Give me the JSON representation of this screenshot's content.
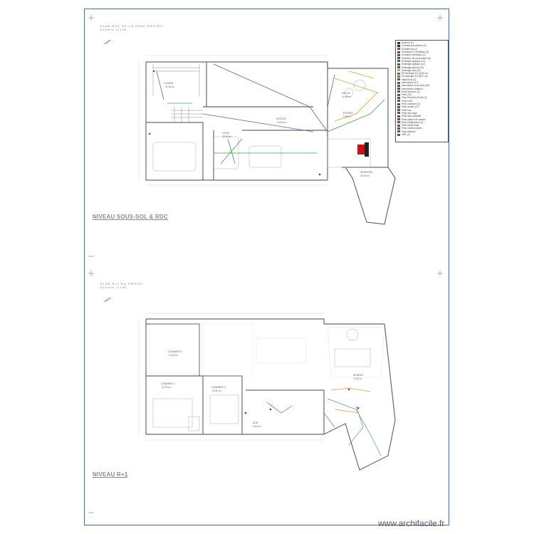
{
  "watermark": "www.archifacile.fr",
  "levels": [
    {
      "label": "NIVEAU SOUS-SOL & RDC",
      "plan_title": "PLAN RDC DE LA ZONE PROJET",
      "scale": "Echelle 1/100"
    },
    {
      "label": "NIVEAU R+1",
      "plan_title": "PLAN R+1 DU PROJET",
      "scale": "Echelle 1/100"
    }
  ],
  "legend": [
    {
      "text": "Antenne (1)",
      "color": "#333333"
    },
    {
      "text": "Centrale surveillance (1)",
      "color": "#222222"
    },
    {
      "text": "Chauffe-eau (2)",
      "color": "#c0392b"
    },
    {
      "text": "Climatiseur / Ventilation (4)",
      "color": "#555555"
    },
    {
      "text": "Compteur électrique (1)",
      "color": "#555555"
    },
    {
      "text": "Détecteur de mouvement (6)",
      "color": "#555555"
    },
    {
      "text": "Éclairage applique (13)",
      "color": "#555555"
    },
    {
      "text": "Éclairage applique (42)",
      "color": "#555555"
    },
    {
      "text": "Éclairage plafond (24)",
      "color": "#555555"
    },
    {
      "text": "Éclairage spot (11)",
      "color": "#e0a020"
    },
    {
      "text": "Fil électrique (1) (1000 cm",
      "color": "#7b4fbf"
    },
    {
      "text": "Fil électrique (1) (5677 cm",
      "color": "#3aa040"
    },
    {
      "text": "Interphone (2)",
      "color": "#555555"
    },
    {
      "text": "Interrupteur (27)",
      "color": "#555555"
    },
    {
      "text": "Interrupteur va-et-vient (28)",
      "color": "#555555"
    },
    {
      "text": "Interrupteur variateur",
      "color": "#555555"
    },
    {
      "text": "Point lumineux (2)",
      "color": "#555555"
    },
    {
      "text": "Prise (30)",
      "color": "#555555"
    },
    {
      "text": "Prise Ethernet (RJ45) (2)",
      "color": "#555555"
    },
    {
      "text": "Prise USB",
      "color": "#555555"
    },
    {
      "text": "Prise cuisinière (2)",
      "color": "#555555"
    },
    {
      "text": "Prise double (27)",
      "color": "#555555"
    },
    {
      "text": "Prise four",
      "color": "#555555"
    },
    {
      "text": "Prise lave-linge",
      "color": "#555555"
    },
    {
      "text": "Prise lave-vaisselle",
      "color": "#555555"
    },
    {
      "text": "Prise plaque de cuisson",
      "color": "#555555"
    },
    {
      "text": "Prise réfrigérateur (2)",
      "color": "#c0392b"
    },
    {
      "text": "Prise sèche-linge",
      "color": "#555555"
    },
    {
      "text": "Prise volets roulants",
      "color": "#555555"
    },
    {
      "text": "Prise étanche",
      "color": "#555555"
    },
    {
      "text": "VMC (2)",
      "color": "#555555"
    }
  ],
  "rooms": [
    {
      "name": "CUISINE",
      "area": "11,48 m²"
    },
    {
      "name": "SEJOUR",
      "area": "34,80 m²"
    },
    {
      "name": "SALON",
      "area": "14,60 m²"
    },
    {
      "name": "ENTREE",
      "area": "7,50 m²"
    },
    {
      "name": "TERRASSE",
      "area": "18,40 m²"
    },
    {
      "name": "COUR",
      "area": "20,00 m²"
    },
    {
      "name": "CHAMBRE 1",
      "area": "12,50 m²"
    },
    {
      "name": "CHAMBRE 2",
      "area": "11,80 m²"
    },
    {
      "name": "CHAMBRE 3",
      "area": "10,20 m²"
    },
    {
      "name": "SDB",
      "area": "5,60 m²"
    },
    {
      "name": "BUREAU",
      "area": "9,40 m²"
    }
  ],
  "colors": {
    "border": "#3b6fb6",
    "wall": "#6a6a6a",
    "wire_purple": "#7b4fbf",
    "wire_green": "#3aa040",
    "wire_orange": "#e0a020",
    "wire_teal": "#4a9a9a",
    "accent_red": "#cc1111"
  }
}
